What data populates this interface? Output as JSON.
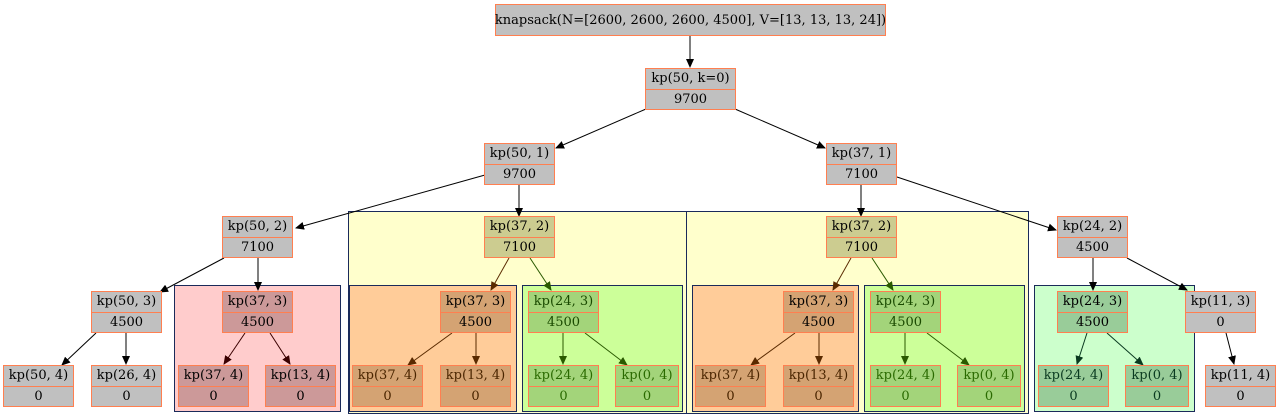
{
  "root": {
    "label": "knapsack(N=[2600, 2600, 2600, 4500], V=[13, 13, 13, 24])"
  },
  "nodes": {
    "n0": {
      "label": "kp(50, k=0)",
      "value": "9700"
    },
    "n1": {
      "label": "kp(50, 1)",
      "value": "9700"
    },
    "n2": {
      "label": "kp(37, 1)",
      "value": "7100"
    },
    "n3": {
      "label": "kp(50, 2)",
      "value": "7100"
    },
    "n4": {
      "label": "kp(37, 2)",
      "value": "7100"
    },
    "n5": {
      "label": "kp(37, 2)",
      "value": "7100"
    },
    "n6": {
      "label": "kp(24, 2)",
      "value": "4500"
    },
    "n7": {
      "label": "kp(50, 3)",
      "value": "4500"
    },
    "n8": {
      "label": "kp(37, 3)",
      "value": "4500"
    },
    "n9": {
      "label": "kp(37, 3)",
      "value": "4500"
    },
    "n10": {
      "label": "kp(24, 3)",
      "value": "4500"
    },
    "n11": {
      "label": "kp(37, 3)",
      "value": "4500"
    },
    "n12": {
      "label": "kp(24, 3)",
      "value": "4500"
    },
    "n13": {
      "label": "kp(24, 3)",
      "value": "4500"
    },
    "n14": {
      "label": "kp(11, 3)",
      "value": "0"
    },
    "n15": {
      "label": "kp(50, 4)",
      "value": "0"
    },
    "n16": {
      "label": "kp(26, 4)",
      "value": "0"
    },
    "n17": {
      "label": "kp(37, 4)",
      "value": "0"
    },
    "n18": {
      "label": "kp(13, 4)",
      "value": "0"
    },
    "n19": {
      "label": "kp(37, 4)",
      "value": "0"
    },
    "n20": {
      "label": "kp(13, 4)",
      "value": "0"
    },
    "n21": {
      "label": "kp(24, 4)",
      "value": "0"
    },
    "n22": {
      "label": "kp(0, 4)",
      "value": "0"
    },
    "n23": {
      "label": "kp(37, 4)",
      "value": "0"
    },
    "n24": {
      "label": "kp(13, 4)",
      "value": "0"
    },
    "n25": {
      "label": "kp(24, 4)",
      "value": "0"
    },
    "n26": {
      "label": "kp(0, 4)",
      "value": "0"
    },
    "n27": {
      "label": "kp(24, 4)",
      "value": "0"
    },
    "n28": {
      "label": "kp(0, 4)",
      "value": "0"
    },
    "n29": {
      "label": "kp(11, 4)",
      "value": "0"
    }
  },
  "colors": {
    "node_fill": "#c0c0c0",
    "node_border": "#ff7f50",
    "cluster_border": "#1a2a5a",
    "yellow": "#ffffcc",
    "pink": "#ffcccc",
    "orange": "#ffcc99",
    "green": "#ccff99",
    "mint": "#ccffcc"
  }
}
